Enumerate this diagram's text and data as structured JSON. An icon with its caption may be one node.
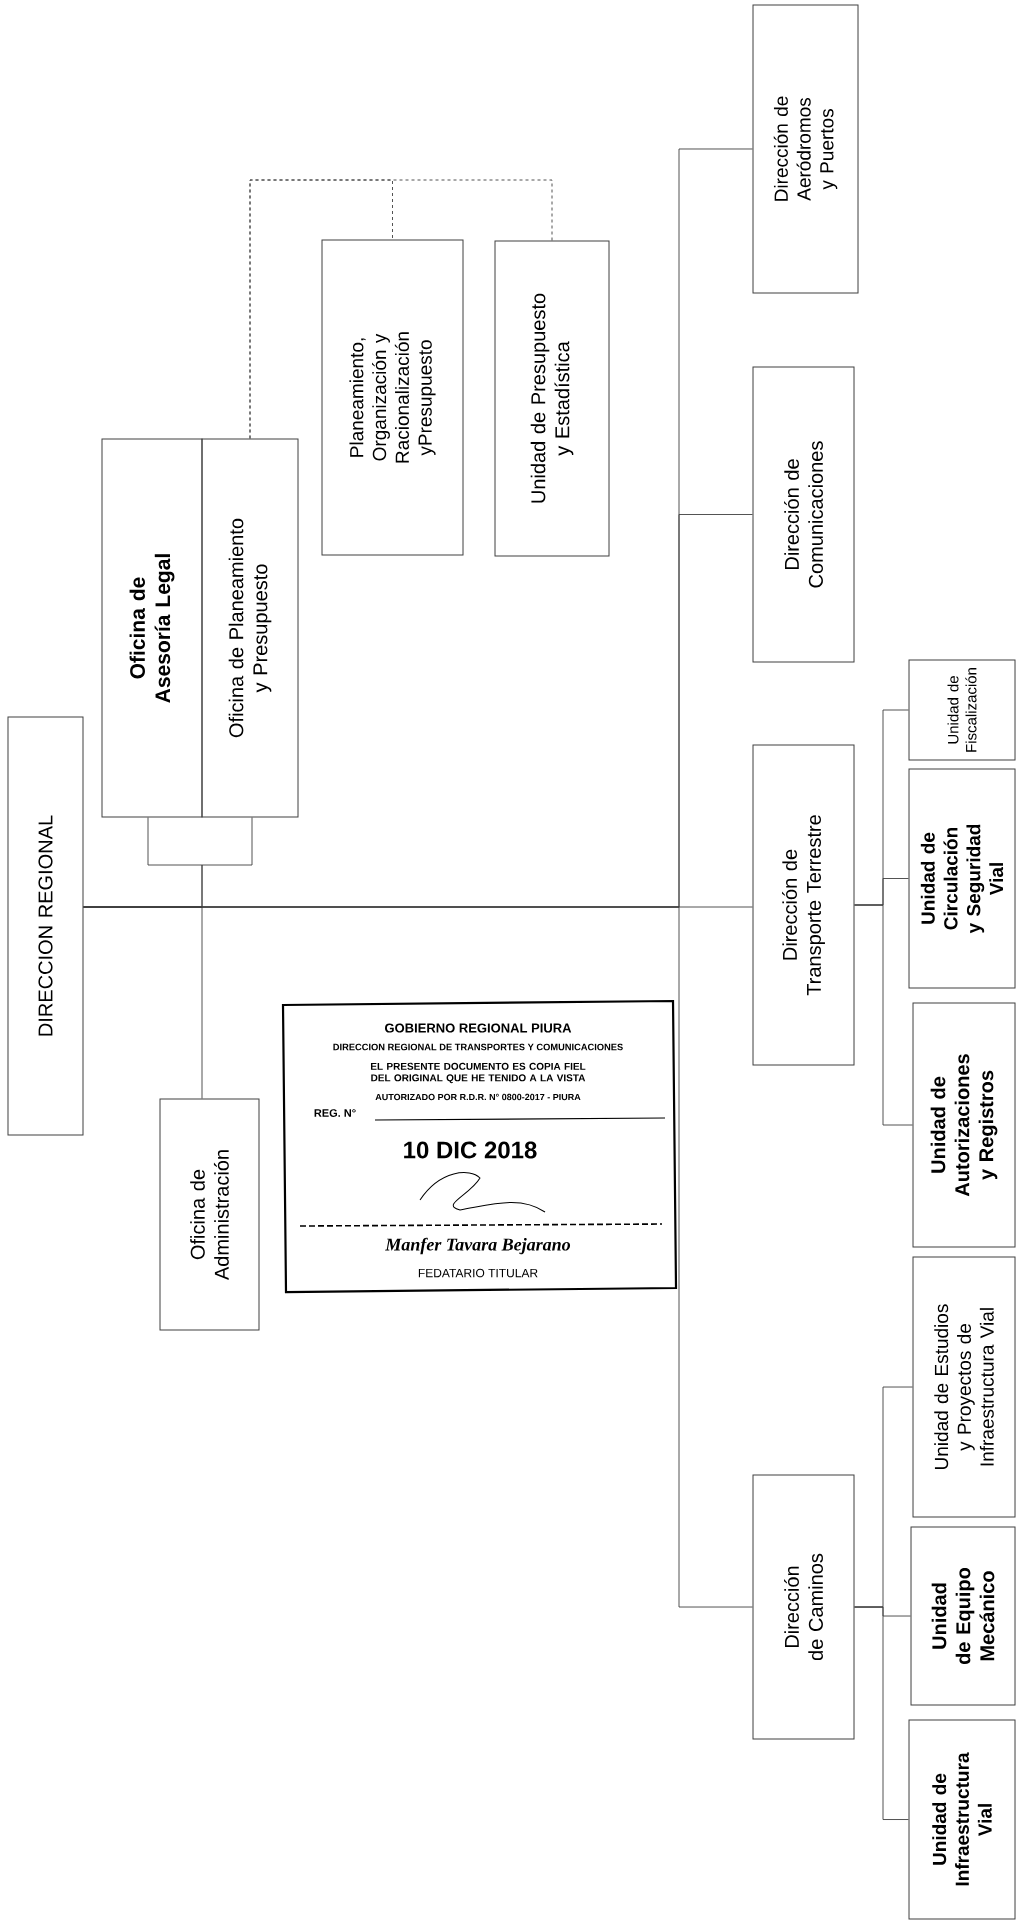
{
  "diagram": {
    "nodes": [
      {
        "text": [
          "DIRECCION REGIONAL"
        ]
      },
      {
        "text": [
          "Oficina de Asesoría Legal"
        ]
      },
      {
        "text": [
          "Oficina de Planeamiento y Presupuesto"
        ]
      },
      {
        "text": [
          "Planeamiento, Organización y Racionalización yPresupuesto"
        ]
      },
      {
        "text": [
          "Unidad de Presupuesto y Estadística"
        ]
      },
      {
        "text": [
          "Oficina de Administración"
        ]
      },
      {
        "text": [
          "Dirección de Aeródromos y Puertos"
        ]
      },
      {
        "text": [
          "Dirección de Comunicaciones"
        ]
      },
      {
        "text": [
          "Dirección de Transporte Terrestre"
        ]
      },
      {
        "text": [
          "Dirección de Caminos"
        ]
      },
      {
        "text": [
          "Unidad de Fiscalización"
        ]
      },
      {
        "text": [
          "Unidad de Circulación y Seguridad Vial"
        ]
      },
      {
        "text": [
          "Unidad de Autorizaciones y Registros"
        ]
      },
      {
        "text": [
          "Unidad de Estudios y Proyectos de Infraestructura Vial"
        ]
      },
      {
        "text": [
          "Unidad de Equipo Mecánico"
        ]
      },
      {
        "text": [
          "Unidad de Infraestructura Vial"
        ]
      }
    ],
    "edges": [
      {
        "from": 0,
        "to": 1,
        "arrow": "none"
      },
      {
        "from": 0,
        "to": 2,
        "arrow": "none"
      },
      {
        "from": 0,
        "to": 5,
        "arrow": "none"
      },
      {
        "from": 0,
        "to": 6,
        "arrow": "none"
      },
      {
        "from": 0,
        "to": 7,
        "arrow": "none"
      },
      {
        "from": 0,
        "to": 8,
        "arrow": "none"
      },
      {
        "from": 0,
        "to": 9,
        "arrow": "none"
      },
      {
        "from": 2,
        "to": 3,
        "arrow": "none",
        "style": "dashed"
      },
      {
        "from": 2,
        "to": 4,
        "arrow": "none",
        "style": "dashed"
      },
      {
        "from": 8,
        "to": 10,
        "arrow": "none"
      },
      {
        "from": 8,
        "to": 11,
        "arrow": "none"
      },
      {
        "from": 8,
        "to": 12,
        "arrow": "none"
      },
      {
        "from": 9,
        "to": 13,
        "arrow": "none"
      },
      {
        "from": 9,
        "to": 14,
        "arrow": "none"
      },
      {
        "from": 9,
        "to": 15,
        "arrow": "none"
      }
    ],
    "labels": [
      "GOBIERNO REGIONAL PIURA",
      "DIRECCION REGIONAL DE TRANSPORTES Y COMUNICACIONES",
      "EL PRESENTE DOCUMENTO ES COPIA FIEL DEL ORIGINAL QUE HE TENIDO A LA VISTA",
      "AUTORIZADO POR R.D.R. N° 0800-2017 - PIURA",
      "REG. N°",
      "10 DIC 2018",
      "Manfer Tavara Bejarano",
      "FEDATARIO TITULAR"
    ]
  }
}
